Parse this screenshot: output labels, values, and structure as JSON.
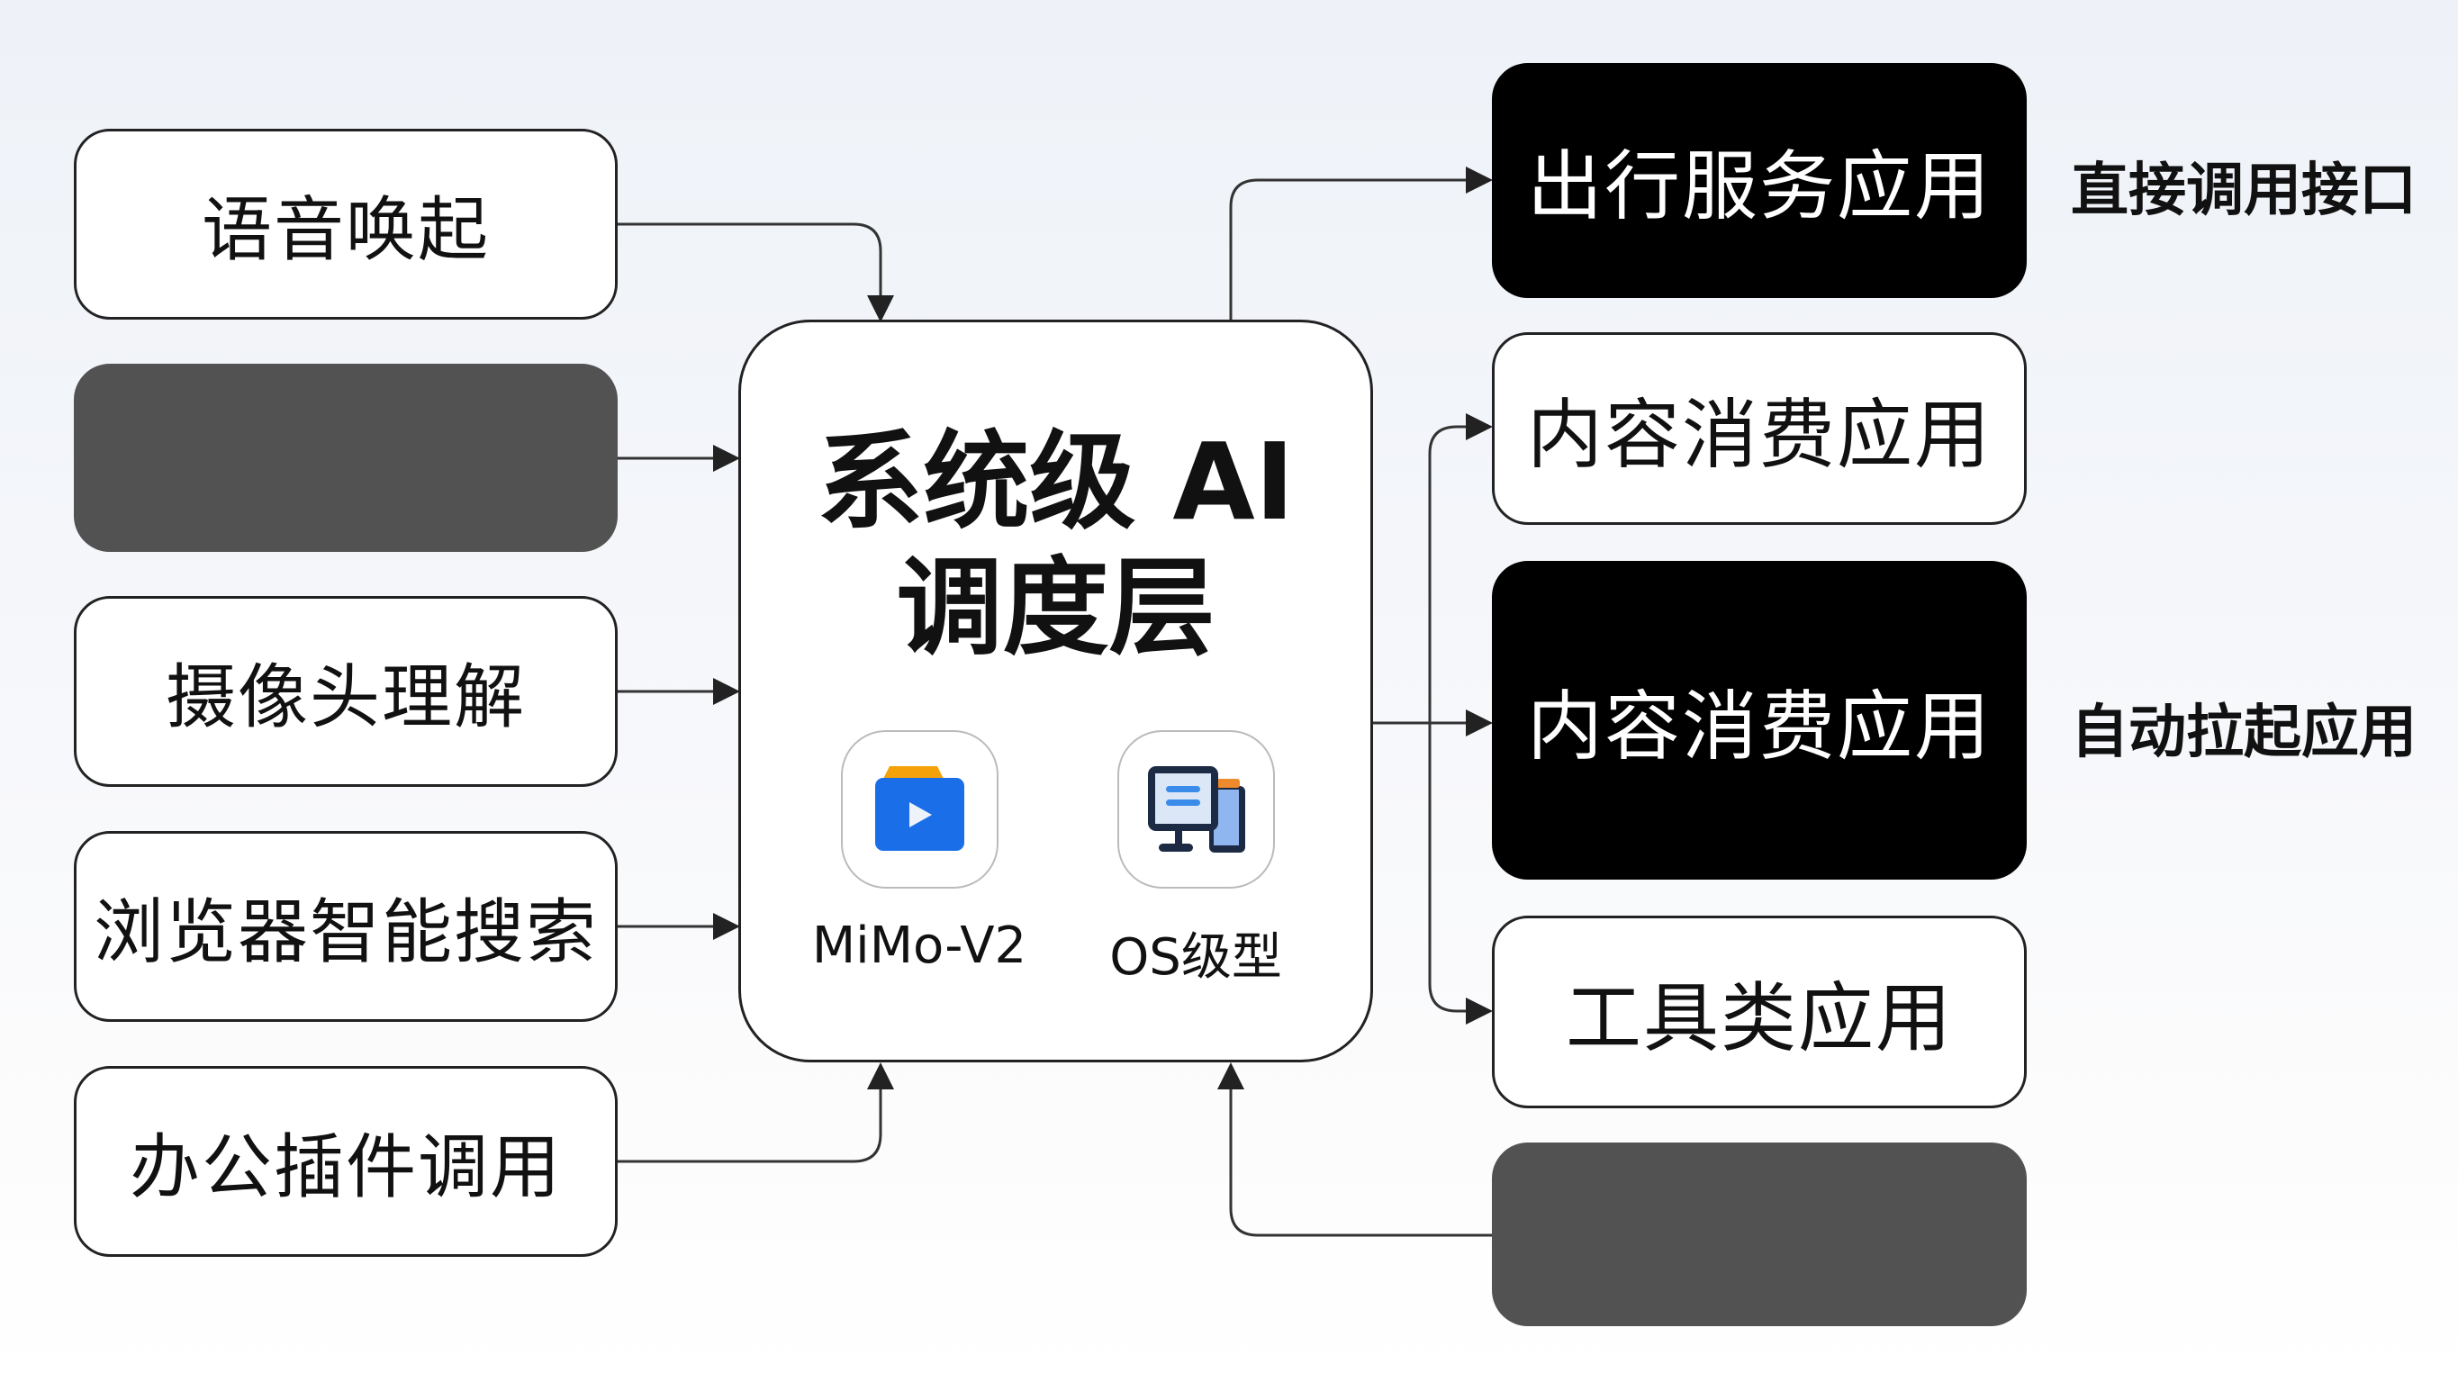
{
  "inputs": [
    "语音唤起",
    "",
    "摄像头理解",
    "浏览器智能搜索",
    "办公插件调用"
  ],
  "center": {
    "title_line1": "系统级 AI",
    "title_line2": "调度层",
    "models": [
      {
        "label": "MiMo-V2",
        "icon": "video-folder-icon"
      },
      {
        "label": "OS级型",
        "icon": "monitor-document-icon"
      }
    ]
  },
  "outputs": [
    "出行服务应用",
    "内容消费应用",
    "内容消费应用",
    "工具类应用",
    ""
  ],
  "side_labels": {
    "api": "直接调用接口",
    "launch": "自动拉起应用"
  },
  "colors": {
    "blue": "#1a6fe8",
    "orange": "#f5a20a",
    "navy": "#1c2a44"
  }
}
